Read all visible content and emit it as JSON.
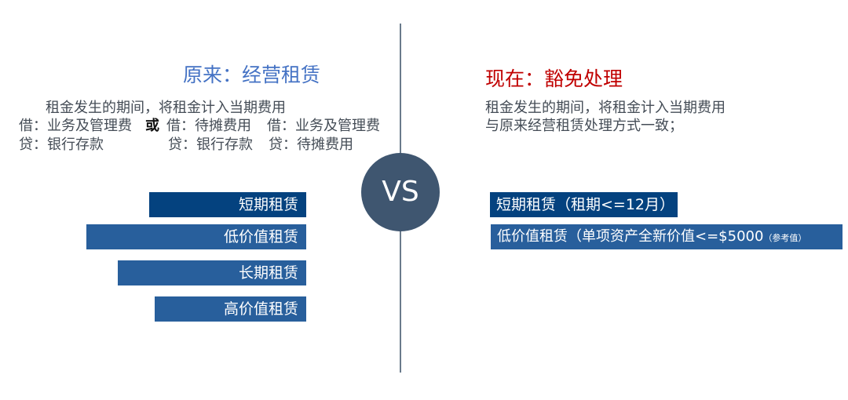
{
  "left": {
    "title": "原来：经营租赁",
    "desc": "租金发生的期间，将租金计入当期费用",
    "entry_row1": [
      "借：业务及管理费",
      "或",
      "借：待摊费用",
      "借：业务及管理费"
    ],
    "entry_row2": [
      "贷：银行存款",
      "贷：银行存款",
      "贷：待摊费用"
    ],
    "bars": [
      "短期租赁",
      "低价值租赁",
      "长期租赁",
      "高价值租赁"
    ]
  },
  "vs_label": "VS",
  "right": {
    "title": "现在：豁免处理",
    "desc_lines": [
      "租金发生的期间，将租金计入当期费用",
      "与原来经营租赁处理方式一致；"
    ],
    "bars": [
      {
        "label": "短期租赁（租期<=12月）"
      },
      {
        "label": "低价值租赁（单项资产全新价值<=$5000",
        "note": "（参考值）"
      }
    ]
  },
  "colors": {
    "title_blue": "#4472c4",
    "title_red": "#c00000",
    "bar_dark": "#04427f",
    "bar": "#285f9c",
    "vs": "#3f5670"
  }
}
